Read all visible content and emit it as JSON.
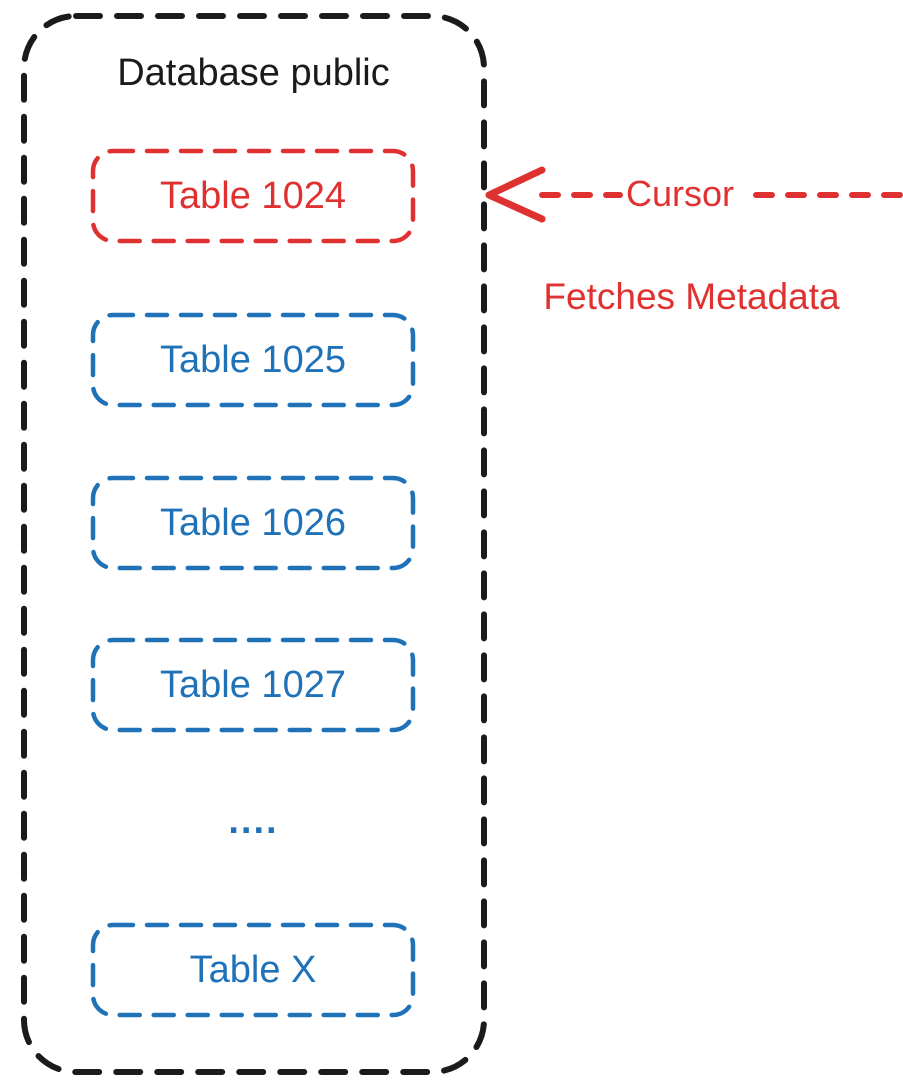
{
  "database": {
    "title": "Database public",
    "tables": [
      {
        "label": "Table 1024",
        "state": "current",
        "color": "#e03131"
      },
      {
        "label": "Table 1025",
        "state": "pending",
        "color": "#1f72b8"
      },
      {
        "label": "Table 1026",
        "state": "pending",
        "color": "#1f72b8"
      },
      {
        "label": "Table 1027",
        "state": "pending",
        "color": "#1f72b8"
      },
      {
        "label": "Table X",
        "state": "pending",
        "color": "#1f72b8"
      }
    ],
    "ellipsis": "...."
  },
  "cursor": {
    "label": "Cursor",
    "caption": "Fetches Metadata",
    "color": "#e03131"
  },
  "colors": {
    "container_border": "#1b1b1b",
    "highlight_red": "#e03131",
    "table_blue": "#1f72b8",
    "background": "#ffffff"
  }
}
